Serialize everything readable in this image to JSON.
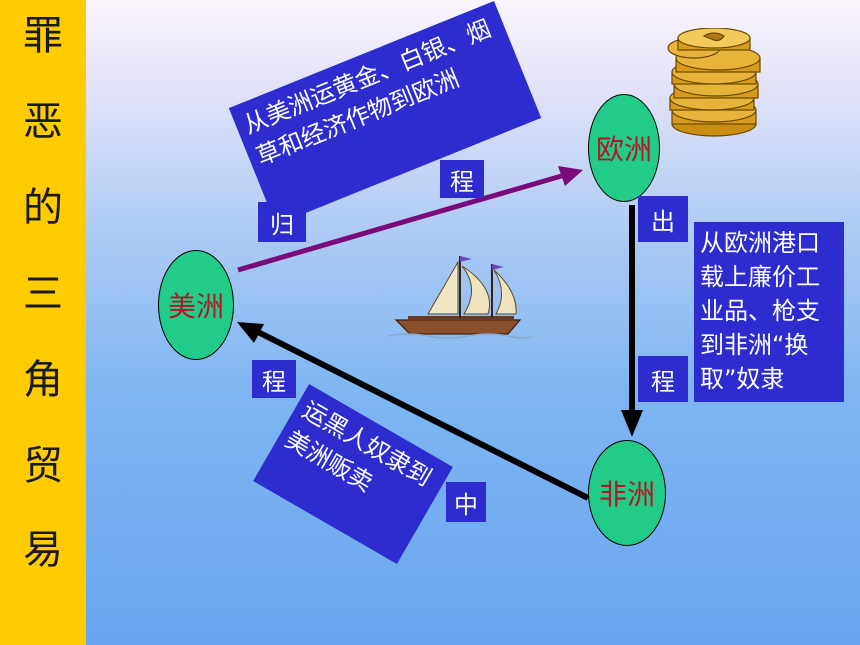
{
  "sidebar": {
    "chars": [
      "罪",
      "恶",
      "的",
      "三",
      "角",
      "贸",
      "易"
    ]
  },
  "nodes": {
    "europe": "欧洲",
    "america": "美洲",
    "africa": "非洲"
  },
  "notes": {
    "return_route": "从美洲运黄金、白银、烟草和经济作物到欧洲",
    "outbound_route": "从欧洲港口载上廉价工业品、枪支到非洲“换取”奴隶",
    "middle_route": "运黑人奴隶到美洲贩卖"
  },
  "legs": {
    "return_1": "归",
    "return_2": "程",
    "outbound_1": "出",
    "outbound_2": "程",
    "middle_1": "中",
    "middle_2": "程"
  },
  "colors": {
    "sidebar": "#ffcc00",
    "node_fill": "#22cc88",
    "node_text": "#b0182a",
    "box_fill": "#2c2ccf",
    "return_arrow": "#7a0a7a",
    "other_arrows": "#000000"
  },
  "icons": [
    "gold-coins-icon",
    "sailing-ship-icon"
  ]
}
